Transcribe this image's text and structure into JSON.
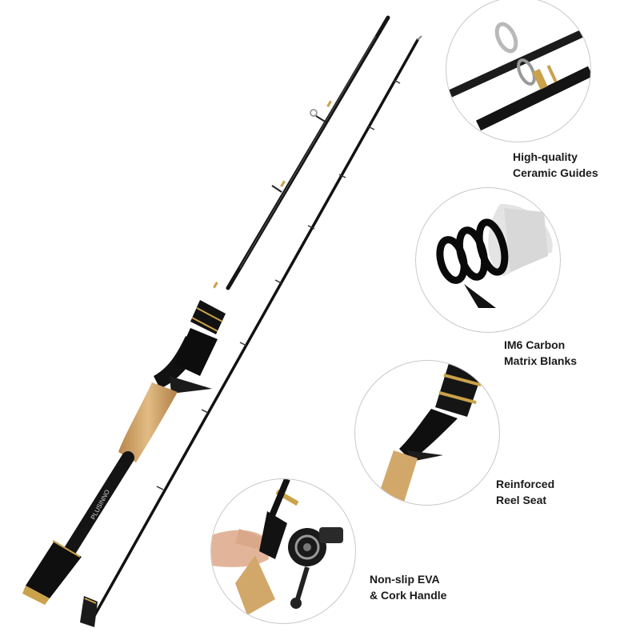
{
  "product": {
    "brand_text": "PLUSINNO"
  },
  "features": [
    {
      "line1": "High-quality",
      "line2": "Ceramic Guides"
    },
    {
      "line1": "IM6 Carbon",
      "line2": "Matrix Blanks"
    },
    {
      "line1": "Reinforced",
      "line2": "Reel Seat"
    },
    {
      "line1": "Non-slip EVA",
      "line2": "& Cork Handle"
    }
  ],
  "colors": {
    "background": "#ffffff",
    "rod_black": "#141414",
    "gold_accent": "#c9a24a",
    "cork": "#d2a86a",
    "text": "#1a1a1a"
  }
}
